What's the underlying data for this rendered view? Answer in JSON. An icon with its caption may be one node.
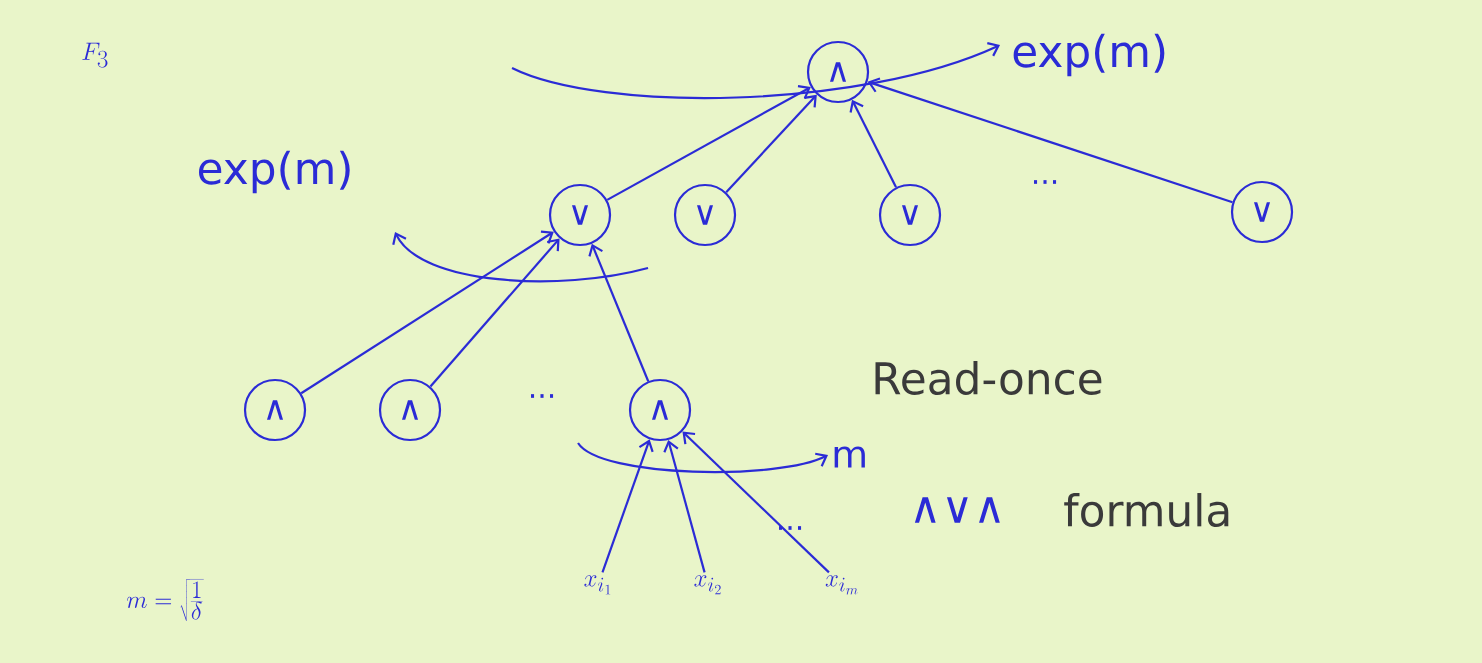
{
  "diagram": {
    "nodes": [
      {
        "text": [
          "∧"
        ]
      },
      {
        "text": [
          "∨"
        ]
      },
      {
        "text": [
          "∨"
        ]
      },
      {
        "text": [
          "∨"
        ]
      },
      {
        "text": [
          "∨"
        ]
      },
      {
        "text": [
          "∧"
        ]
      },
      {
        "text": [
          "∧"
        ]
      },
      {
        "text": [
          "∧"
        ]
      },
      {
        "text": [
          "x_{i_1}"
        ]
      },
      {
        "text": [
          "x_{i_2}"
        ]
      },
      {
        "text": [
          "x_{i_m}"
        ]
      }
    ],
    "edges": [
      {
        "from": 1,
        "to": 0,
        "arrow": "to"
      },
      {
        "from": 2,
        "to": 0,
        "arrow": "to"
      },
      {
        "from": 3,
        "to": 0,
        "arrow": "to"
      },
      {
        "from": 4,
        "to": 0,
        "arrow": "to"
      },
      {
        "from": 5,
        "to": 1,
        "arrow": "to"
      },
      {
        "from": 6,
        "to": 1,
        "arrow": "to"
      },
      {
        "from": 7,
        "to": 1,
        "arrow": "to"
      },
      {
        "from": 8,
        "to": 7,
        "arrow": "to"
      },
      {
        "from": 9,
        "to": 7,
        "arrow": "to"
      },
      {
        "from": 10,
        "to": 7,
        "arrow": "to"
      }
    ],
    "labels": [
      "F_3",
      "exp(m)",
      "exp(m)",
      "...",
      "Read-once",
      "...",
      "m",
      "∧∨∧",
      "formula",
      "...",
      "m = \\sqrt{\\frac{1}{\\delta}}"
    ]
  }
}
